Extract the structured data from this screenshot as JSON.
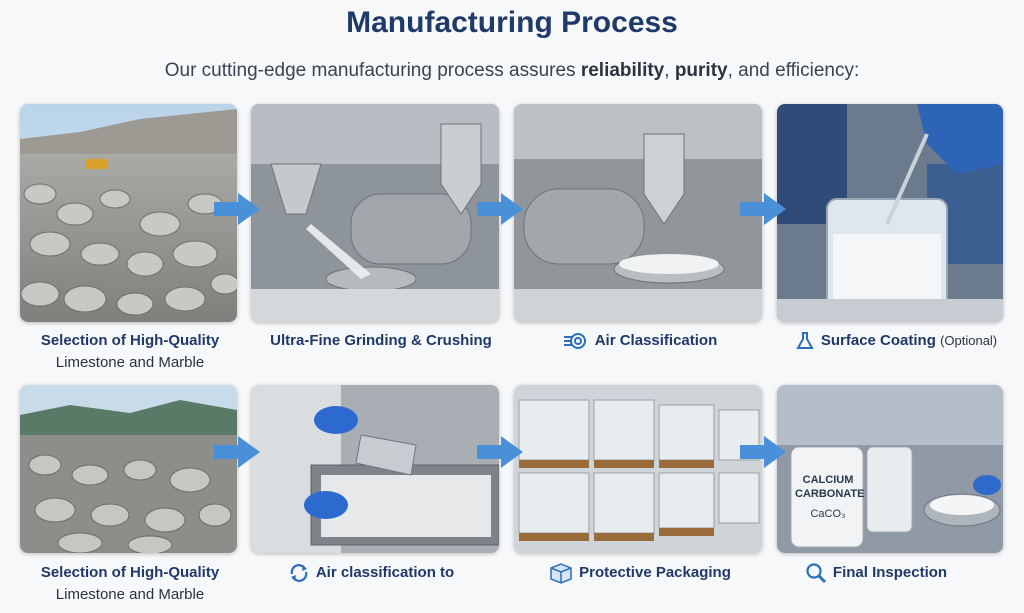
{
  "header": {
    "title": "Manufacturing Process",
    "subtitle_pre": "Our cutting-edge manufacturing process assures ",
    "subtitle_b1": "reliability",
    "subtitle_mid": ", ",
    "subtitle_b2": "purity",
    "subtitle_post": ", and efficiency:"
  },
  "row1": [
    {
      "label": "Selection of High-Quality",
      "sub": "Limestone and Marble",
      "icon": "none"
    },
    {
      "label": "Ultra-Fine Grinding & Crushing",
      "icon": "none"
    },
    {
      "label": "Air Classification",
      "icon": "air-swirl-icon"
    },
    {
      "label": "Surface Coating",
      "opt": "(Optional)",
      "icon": "flask-icon"
    }
  ],
  "row2": [
    {
      "label": "Selection of High-Quality",
      "sub": "Limestone and Marble",
      "icon": "none"
    },
    {
      "label": "Air classification to",
      "icon": "recycle-icon"
    },
    {
      "label": "Protective Packaging",
      "icon": "box-icon"
    },
    {
      "label": "Final Inspection",
      "icon": "magnifier-icon"
    }
  ],
  "bag_label": {
    "line1": "CALCIUM",
    "line2": "CARBONATE",
    "formula": "CaCO₃"
  },
  "colors": {
    "title": "#1f3a68",
    "arrow": "#4a90d9",
    "icon": "#2a6fb8"
  }
}
